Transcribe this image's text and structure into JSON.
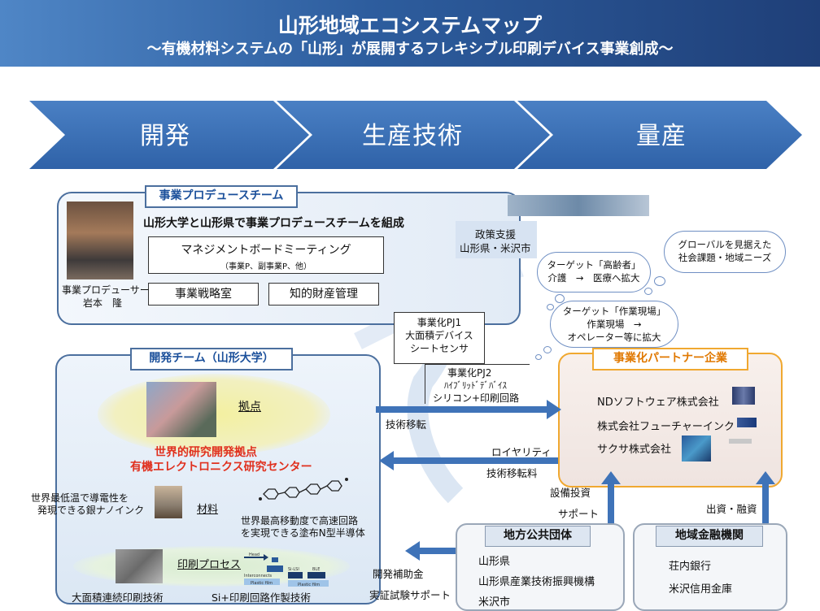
{
  "header": {
    "title": "山形地域エコシステムマップ",
    "subtitle": "～有機材料システムの「山形」が展開するフレキシブル印刷デバイス事業創成～"
  },
  "stages": [
    "開発",
    "生産技術",
    "量産"
  ],
  "producer_team": {
    "tag": "事業プロデュースチーム",
    "headline": "山形大学と山形県で事業プロデュースチームを組成",
    "board_title": "マネジメントボードミーティング",
    "board_sub": "（事業P、副事業P、他）",
    "office1": "事業戦略室",
    "office2": "知的財産管理",
    "producer_role": "事業プロデューサー",
    "producer_name": "岩本　隆"
  },
  "policy": {
    "line1": "政策支援",
    "line2": "山形県・米沢市"
  },
  "clouds": {
    "global": [
      "グローバルを見据えた",
      "社会課題・地域ニーズ"
    ],
    "elderly": [
      "ターゲット「高齢者」",
      "介護　→　医療へ拡大"
    ],
    "worksite": [
      "ターゲット「作業現場」",
      "作業現場　→",
      "オペレーター等に拡大"
    ]
  },
  "pj1": [
    "事業化PJ1",
    "大面積デバイス",
    "シートセンサ"
  ],
  "pj2": [
    "事業化PJ2",
    "ﾊｲﾌﾞﾘｯﾄﾞﾃﾞﾊﾞｲｽ",
    "シリコン+印刷回路"
  ],
  "flows": {
    "tech_transfer": "技術移転",
    "royalty": "ロイヤリティ",
    "tech_fee": "技術移転料",
    "equipment": "設備投資",
    "support": "サポート",
    "finance": "出資・融資",
    "subsidy": "開発補助金",
    "trial": "実証試験サポート"
  },
  "dev_team": {
    "tag": "開発チーム（山形大学）",
    "base_label": "拠点",
    "center1": "世界的研究開発拠点",
    "center2": "有機エレクトロニクス研究センター",
    "ink1": "世界最低温で導電性を",
    "ink2": "発現できる銀ナノインク",
    "material_label": "材料",
    "semi1": "世界最高移動度で高速回路",
    "semi2": "を実現できる塗布N型半導体",
    "process_label": "印刷プロセス",
    "roll_label": "大面積連続印刷技術",
    "si_label": "Si+印刷回路作製技術",
    "diagram_labels": [
      "Head",
      "Interconnects",
      "Plastic film",
      "Si-LSI",
      "BLE",
      "Plastic film"
    ]
  },
  "partners": {
    "tag": "事業化パートナー企業",
    "companies": [
      "NDソフトウェア株式会社",
      "株式会社フューチャーインク",
      "サクサ株式会社"
    ]
  },
  "local_gov": {
    "tag": "地方公共団体",
    "members": [
      "山形県",
      "山形県産業技術振興機構",
      "米沢市"
    ]
  },
  "finance": {
    "tag": "地域金融機関",
    "members": [
      "荘内銀行",
      "米沢信用金庫"
    ]
  },
  "colors": {
    "header_start": "#4f86c6",
    "header_end": "#1f3f78",
    "chevron": "#3f73b8",
    "arrow": "#3f73b8",
    "highlight_red": "#e0301e",
    "partner_border": "#f0a830",
    "partner_tag": "#e07800"
  }
}
